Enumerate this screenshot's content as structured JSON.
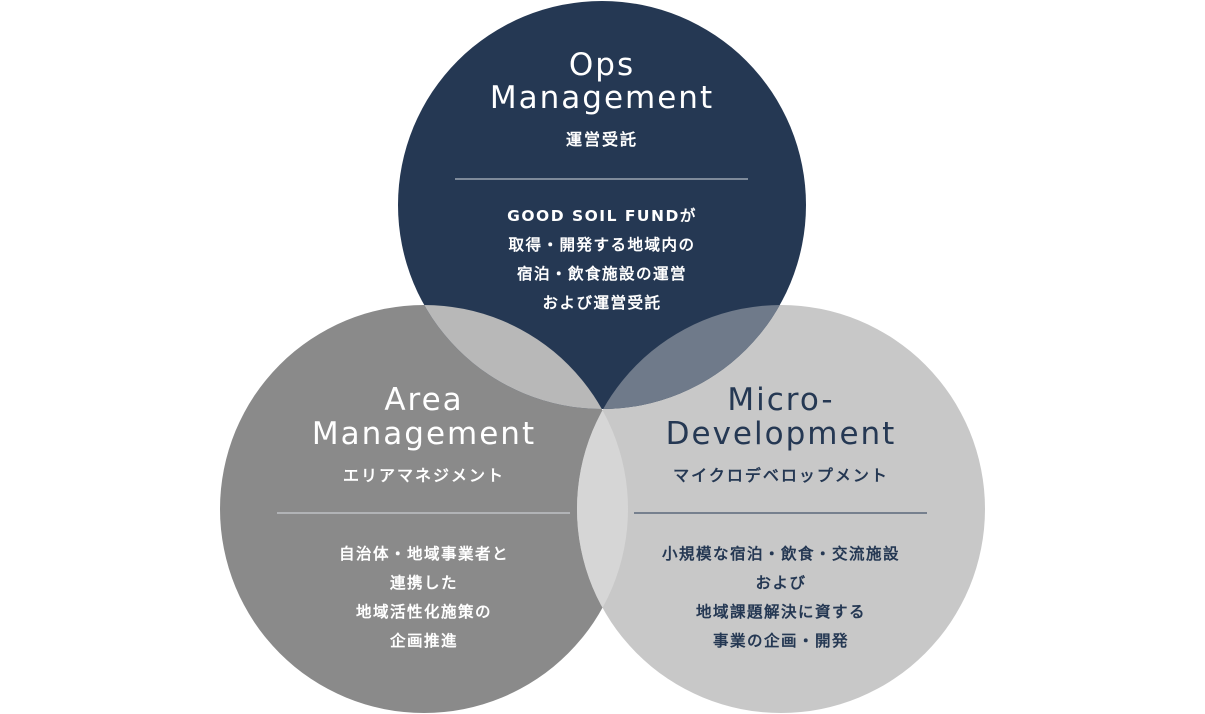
{
  "diagram": {
    "circles": [
      {
        "id": "ops",
        "en_title_lines": [
          "Ops",
          "Management"
        ],
        "jp_title": "運営受託",
        "description_lines": [
          "GOOD SOIL FUNDが",
          "取得・開発する地域内の",
          "宿泊・飲食施設の運営",
          "および運営受託"
        ]
      },
      {
        "id": "area",
        "en_title_lines": [
          "Area",
          "Management"
        ],
        "jp_title": "エリアマネジメント",
        "description_lines": [
          "自治体・地域事業者と",
          "連携した",
          "地域活性化施策の",
          "企画推進"
        ]
      },
      {
        "id": "micro",
        "en_title_lines": [
          "Micro-",
          "Development"
        ],
        "jp_title": "マイクロデベロップメント",
        "description_lines": [
          "小規模な宿泊・飲食・交流施設",
          "および",
          "地域課題解決に資する",
          "事業の企画・開発"
        ]
      }
    ],
    "colors": {
      "ops_fill": "#253853",
      "area_fill": "#8a8a8a",
      "micro_fill": "#c8c8c8",
      "ops_area_overlap": "#b8b8b8",
      "ops_micro_overlap": "#6f7a8a",
      "area_micro_overlap": "#d6d6d6",
      "center_overlap": "#7b8493",
      "text_light": "#ffffff",
      "text_dark": "#253853",
      "divider_light": "#d8dce2",
      "divider_dark": "#253853"
    }
  }
}
